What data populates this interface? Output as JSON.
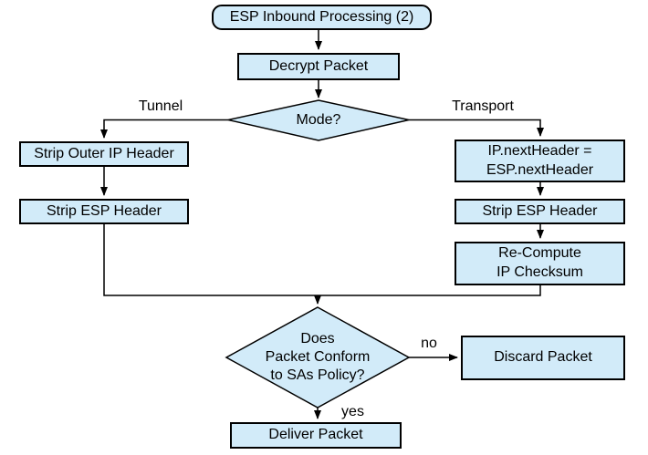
{
  "nodes": {
    "start": {
      "label": "ESP Inbound Processing (2)",
      "type": "terminator"
    },
    "decrypt": {
      "label": "Decrypt Packet",
      "type": "process"
    },
    "mode": {
      "label": "Mode?",
      "type": "decision"
    },
    "strip_outer_ip": {
      "label": "Strip Outer IP Header",
      "type": "process"
    },
    "strip_esp_left": {
      "label": "Strip ESP Header",
      "type": "process"
    },
    "ip_next_header": {
      "label": "IP.nextHeader =\nESP.nextHeader",
      "type": "process"
    },
    "strip_esp_right": {
      "label": "Strip ESP Header",
      "type": "process"
    },
    "recompute_cksum": {
      "label": "Re-Compute\nIP Checksum",
      "type": "process"
    },
    "sa_policy": {
      "label": "Does\nPacket Conform\nto SAs Policy?",
      "type": "decision"
    },
    "discard": {
      "label": "Discard Packet",
      "type": "process"
    },
    "deliver": {
      "label": "Deliver Packet",
      "type": "process"
    }
  },
  "edge_labels": {
    "tunnel": "Tunnel",
    "transport": "Transport",
    "no": "no",
    "yes": "yes"
  },
  "edges": [
    {
      "from": "start",
      "to": "decrypt"
    },
    {
      "from": "decrypt",
      "to": "mode"
    },
    {
      "from": "mode",
      "to": "strip_outer_ip",
      "label": "Tunnel"
    },
    {
      "from": "mode",
      "to": "ip_next_header",
      "label": "Transport"
    },
    {
      "from": "strip_outer_ip",
      "to": "strip_esp_left"
    },
    {
      "from": "ip_next_header",
      "to": "strip_esp_right"
    },
    {
      "from": "strip_esp_right",
      "to": "recompute_cksum"
    },
    {
      "from": "strip_esp_left",
      "to": "sa_policy"
    },
    {
      "from": "recompute_cksum",
      "to": "sa_policy"
    },
    {
      "from": "sa_policy",
      "to": "discard",
      "label": "no"
    },
    {
      "from": "sa_policy",
      "to": "deliver",
      "label": "yes"
    }
  ],
  "colors": {
    "node_fill": "#d2ebf9",
    "node_border": "#000000",
    "line": "#000000",
    "background": "#ffffff"
  }
}
